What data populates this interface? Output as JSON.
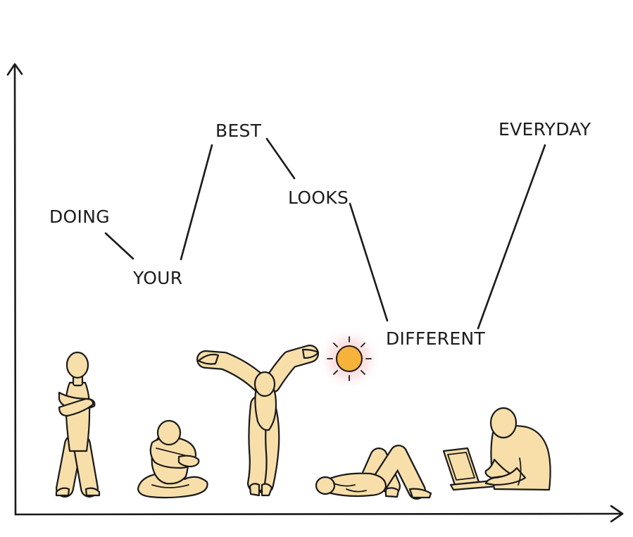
{
  "words": {
    "doing": "DOING",
    "your": "YOUR",
    "best": "BEST",
    "looks": "LOOKS",
    "different": "DIFFERENT",
    "everyday": "EVERYDAY"
  },
  "colors": {
    "figure_fill": "#f8dfaa",
    "outline": "#1a1a1a",
    "sun_fill": "#f7b23b",
    "sun_glow": "#f4b3b8"
  },
  "figures": [
    {
      "pose": "standing-arms-crossed",
      "icon": "standing-person-icon"
    },
    {
      "pose": "sitting-hugging-pillow",
      "icon": "sitting-person-icon"
    },
    {
      "pose": "arms-raised-celebrating",
      "icon": "celebrating-person-icon"
    },
    {
      "pose": "lying-on-back-in-sun",
      "icon": "sunbathing-person-icon"
    },
    {
      "pose": "typing-on-laptop",
      "icon": "working-person-icon"
    }
  ],
  "sun": {
    "icon": "sun-icon"
  }
}
